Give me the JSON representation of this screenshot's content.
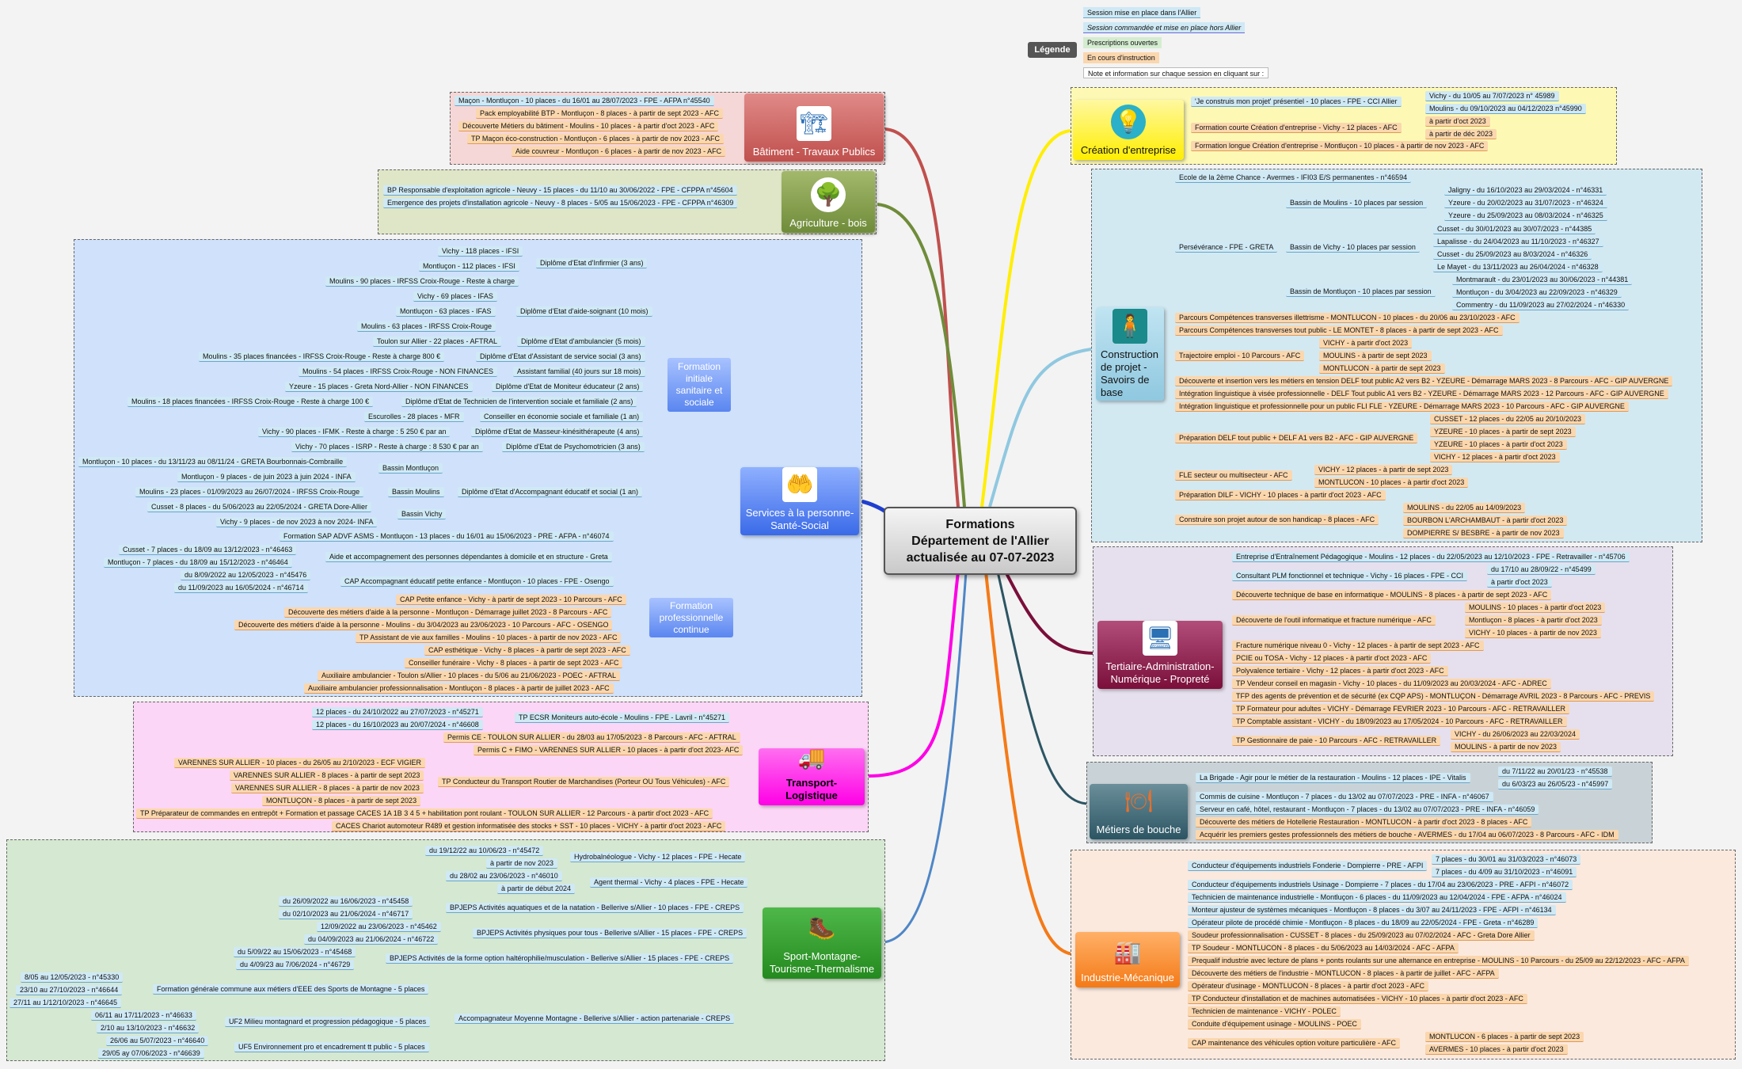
{
  "central": "Formations\nDépartement de l'Allier\nactualisée au 07-07-2023",
  "legend": {
    "title": "Légende",
    "items": [
      "Session mise en place dans l'Allier",
      "Session commandée et mise en place hors Allier",
      "Prescriptions ouvertes",
      "En cours d'instruction",
      "Note et information sur chaque session en cliquant sur :"
    ]
  },
  "left": {
    "batiment": {
      "label": "Bâtiment - Travaux Publics",
      "items": [
        "Maçon - Montluçon - 10 places - du 16/01 au 28/07/2023 - FPE - AFPA n°45540",
        "Pack employabilité BTP - Montluçon - 8 places - à partir de sept 2023 - AFC",
        "Découverte Métiers du bâtiment - Moulins - 10 places - à partir d'oct 2023 - AFC",
        "TP Maçon éco-construction - Montluçon - 6 places - à partir de nov 2023 - AFC",
        "Aide couvreur - Montluçon - 6 places - à partir de nov 2023 - AFC"
      ]
    },
    "agriculture": {
      "label": "Agriculture - bois",
      "items": [
        "BP Responsable d'exploitation agricole - Neuvy - 15 places - du 11/10 au 30/06/2022 - FPE - CFPPA n°45604",
        "Emergence des projets d'installation agricole - Neuvy - 8 places - 5/05 au 15/06/2023 - FPE - CFPPA n°46309"
      ]
    },
    "services": {
      "label": "Services à la personne-Santé-Social",
      "sub1": "Formation initiale sanitaire et sociale",
      "sub2": "Formation professionnelle continue",
      "fi": [
        [
          "Vichy - 118 places - IFSI",
          "Diplôme d'Etat d'Infirmier (3 ans)"
        ],
        [
          "Montluçon - 112 places - IFSI",
          ""
        ],
        [
          "Moulins - 90 places - IRFSS Croix-Rouge - Reste à charge",
          ""
        ],
        [
          "Vichy - 69 places - IFAS",
          "Diplôme d'Etat d'aide-soignant (10 mois)"
        ],
        [
          "Montluçon - 63 places - IFAS",
          ""
        ],
        [
          "Moulins - 63 places - IRFSS Croix-Rouge",
          ""
        ],
        [
          "Toulon sur Allier - 22 places - AFTRAL",
          "Diplôme d'Etat d'ambulancier (5 mois)"
        ],
        [
          "Moulins - 35 places financées - IRFSS Croix-Rouge - Reste à charge 800 €",
          "Diplôme d'Etat d'Assistant de service social (3 ans)"
        ],
        [
          "Moulins - 54 places - IRFSS Croix-Rouge - NON FINANCES",
          "Assistant familial (40 jours sur 18 mois)"
        ],
        [
          "Yzeure - 15 places - Greta Nord-Allier - NON FINANCES",
          "Diplôme d'Etat de Moniteur éducateur (2 ans)"
        ],
        [
          "Moulins - 18 places financées - IRFSS Croix-Rouge - Reste à charge 100 €",
          "Diplôme d'Etat de Technicien de l'intervention sociale et familiale (2 ans)"
        ],
        [
          "Escurolles - 28 places - MFR",
          "Conseiller en économie sociale et familiale (1 an)"
        ],
        [
          "Vichy - 90 places - IFMK - Reste à charge : 5 250 € par an",
          "Diplôme d'Etat de Masseur-kinésithérapeute (4 ans)"
        ],
        [
          "Vichy - 70 places - ISRP - Reste à charge : 8 530 € par an",
          "Diplôme d'Etat de Psychomotricien (3 ans)"
        ]
      ],
      "aes": {
        "label": "Diplôme d'Etat d'Accompagnant éducatif et social (1 an)",
        "groups": [
          {
            "name": "Bassin Montluçon",
            "items": [
              "Montluçon - 10 places - du 13/11/23 au 08/11/24 - GRETA Bourbonnais-Combraille",
              "Montluçon - 9 places - de juin 2023 à juin 2024 - INFA"
            ]
          },
          {
            "name": "Bassin Moulins",
            "items": [
              "Moulins - 23 places - 01/09/2023 au 26/07/2024 - IRFSS Croix-Rouge"
            ]
          },
          {
            "name": "Bassin Vichy",
            "items": [
              "Cusset - 8 places - du 5/06/2023 au 22/05/2024 - GRETA Dore-Allier",
              "Vichy - 9 places - de nov 2023 à nov 2024- INFA"
            ]
          }
        ]
      },
      "fpc": [
        "Formation SAP ADVF ASMS - Montluçon - 13 places - du 16/01 au 15/06/2023 - PRE - AFPA - n°46074",
        "Aide et accompagnement des personnes dépendantes à domicile et en structure - Greta",
        "Cusset - 7 places - du 18/09 au 13/12/2023 - n°46463",
        "Montluçon - 7 places - du 18/09 au 15/12/2023 - n°46464",
        "CAP Accompagnant éducatif petite enfance - Montluçon - 10 places - FPE - Osengo",
        "du 8/09/2022 au 12/05/2023 - n°45476",
        "du 11/09/2023 au 16/05/2024 - n°46714",
        "CAP Petite enfance - Vichy - à partir de sept 2023 - 10 Parcours - AFC",
        "Découverte des métiers d'aide à la personne - Montluçon - Démarrage juillet 2023 - 8 Parcours - AFC",
        "Découverte des métiers d'aide à la personne - Moulins - du 3/04/2023 au 23/06/2023 - 10 Parcours - AFC - OSENGO",
        "TP Assistant de vie aux familles - Moulins - 10 places - à partir de nov 2023 - AFC",
        "CAP esthétique - Vichy - 8 places - à partir de sept 2023 - AFC",
        "Conseiller funéraire - Vichy - 8 places - à partir de sept 2023 - AFC",
        "Auxiliaire ambulancier - Toulon s/Allier - 10 places - du 5/06 au 21/06/2023 - POEC - AFTRAL",
        "Auxiliaire ambulancier professionnalisation - Montluçon - 8 places - à partir de juillet 2023 - AFC"
      ]
    },
    "transport": {
      "label": "Transport-Logistique",
      "items": [
        "12 places - du 24/10/2022 au 27/07/2023 - n°45271",
        "TP ECSR Moniteurs auto-école - Moulins - FPE - Lavril - n°45271",
        "12 places - du 16/10/2023 au 20/07/2024 - n°46608",
        "Permis CE - TOULON SUR ALLIER - du 28/03 au 17/05/2023 - 8 Parcours - AFC - AFTRAL",
        "Permis C + FIMO - VARENNES SUR ALLIER - 10 places - à partir d'oct 2023- AFC",
        "VARENNES SUR ALLIER - 10 places - du 26/05 au 2/10/2023 - ECF VIGIER",
        "VARENNES SUR ALLIER - 8 places - à partir de sept 2023",
        "TP Conducteur du Transport Routier de Marchandises (Porteur OU Tous Véhicules) - AFC",
        "VARENNES SUR ALLIER - 8 places - à partir de nov 2023",
        "MONTLUÇON - 8 places - à partir de sept 2023",
        "TP Préparateur de commandes en entrepôt + Formation et passage CACES 1A 1B 3 4 5 + habilitation pont roulant - TOULON SUR ALLIER - 12 Parcours - à partir d'oct 2023 - AFC",
        "CACES Chariot automoteur R489 et gestion informatisée des stocks + SST - 10 places - VICHY - à partir d'oct 2023 - AFC"
      ]
    },
    "sport": {
      "label": "Sport-Montagne-Tourisme-Thermalisme",
      "items": [
        "du 19/12/22 au 10/06/23 - n°45472",
        "Hydrobalnéologue - Vichy - 12 places - FPE - Hecate",
        "à partir de nov 2023",
        "du 28/02 au 23/06/2023 - n°46010",
        "Agent thermal - Vichy - 4 places - FPE - Hecate",
        "à partir de début 2024",
        "du 26/09/2022 au 16/06/2023 - n°45458",
        "BPJEPS Activités aquatiques et de la natation - Bellerive s/Allier - 10 places - FPE - CREPS",
        "du 02/10/2023 au 21/06/2024 - n°46717",
        "12/09/2022 au 23/06/2023 - n°45462",
        "BPJEPS Activités physiques pour tous - Bellerive s/Allier - 15 places - FPE - CREPS",
        "du 04/09/2023 au 21/06/2024 - n°46722",
        "du 5/09/22 au 15/06/2023 - n°45468",
        "BPJEPS Activités de la forme option haltérophilie/musculation - Bellerive s/Allier - 15 places - FPE - CREPS",
        "du 4/09/23 au 7/06/2024 - n°46729",
        "8/05 au 12/05/2023 - n°45330",
        "Formation générale commune aux métiers d'EEE des Sports de Montagne - 5 places",
        "23/10 au 27/10/2023 - n°46644",
        "27/11 au 1/12/10/2023 - n°46645",
        "06/11 au 17/11/2023 - n°46633",
        "UF2 Milieu montagnard et progression pédagogique - 5 places",
        "Accompagnateur Moyenne Montagne - Bellerive s/Allier - action partenariale - CREPS",
        "2/10 au 13/10/2023 - n°46632",
        "26/06 au 5/07/2023 - n°46640",
        "UF5 Environnement pro et encadrement tt public - 5 places",
        "29/05 ay 07/06/2023 - n°46639"
      ]
    }
  },
  "right": {
    "creation": {
      "label": "Création d'entreprise",
      "items": [
        "'Je construis mon projet' présentiel - 10 places - FPE - CCI Allier",
        "Vichy - du 10/05 au 7/07/2023 n° 45989",
        "Moulins - du 09/10/2023 au 04/12/2023 n°45990",
        "Formation courte Création d'entreprise - Vichy - 12 places - AFC",
        "à partir d'oct 2023",
        "à partir de déc 2023",
        "Formation longue Création d'entreprise - Montluçon - 10 places - à partir de nov 2023 - AFC"
      ]
    },
    "construction": {
      "label": "Construction de projet - Savoirs de base",
      "items": [
        "Ecole de la 2ème Chance - Avermes - IFI03 E/S permanentes - n°46594",
        "Persévérance - FPE - GRETA",
        "Bassin de Moulins - 10 places par session",
        "Jaligny - du 16/10/2023 au 29/03/2024 - n°46331",
        "Yzeure - du 20/02/2023 au 31/07/2023 - n°46324",
        "Yzeure - du 25/09/2023 au 08/03/2024 - n°46325",
        "Bassin de Vichy - 10 places par session",
        "Cusset - du 30/01/2023 au 30/07/2023 - n°44385",
        "Lapalisse - du 24/04/2023 au 11/10/2023 - n°46327",
        "Cusset - du 25/09/2023 au 8/03/2024 - n°46326",
        "Le Mayet - du 13/11/2023 au 26/04/2024 - n°46328",
        "Bassin de Montluçon - 10 places par session",
        "Montmarault - du 23/01/2023 au 30/06/2023 - n°44381",
        "Montluçon - du 3/04/2023 au 22/09/2023 - n°46329",
        "Commentry - du 11/09/2023 au 27/02/2024 - n°46330",
        "Parcours Compétences transverses illettrisme - MONTLUCON - 10 places - du 20/06 au 23/10/2023 - AFC",
        "Parcours Compétences transverses tout public - LE MONTET - 8 places - à partir de sept 2023 - AFC",
        "Trajectoire emploi - 10 Parcours - AFC",
        "VICHY - à partir d'oct 2023",
        "MOULINS - à partir de sept 2023",
        "MONTLUCON - à partir de sept 2023",
        "Découverte et insertion vers les métiers en tension DELF tout public A2 vers B2 - YZEURE - Démarrage MARS 2023 - 8 Parcours - AFC - GIP AUVERGNE",
        "Intégration linguistique à visée professionnelle - DELF Tout public A1 vers B2 - YZEURE - Démarrage MARS 2023 - 12 Parcours - AFC - GIP AUVERGNE",
        "Intégration linguistique et professionnelle pour un public FLI FLE - YZEURE - Démarrage MARS 2023 - 10 Parcours - AFC - GIP AUVERGNE",
        "Préparation DELF tout public + DELF A1 vers B2 - AFC - GIP AUVERGNE",
        "CUSSET - 12 places - du 22/05 au 20/10/2023",
        "YZEURE - 10 places - à partir de sept 2023",
        "YZEURE - 10 places - à partir d'oct 2023",
        "VICHY - 12 places - à partir d'oct 2023",
        "FLE secteur ou multisecteur - AFC",
        "VICHY - 12 places - à partir de sept 2023",
        "MONTLUCON - 10 places - à partir d'oct 2023",
        "Préparation DILF - VICHY - 10 places - à partir d'oct 2023 - AFC",
        "Construire son projet autour de son handicap - 8 places - AFC",
        "MOULINS - du 22/05 au 14/09/2023",
        "BOURBON L'ARCHAMBAUT - à partir d'oct 2023",
        "DOMPIERRE S/ BESBRE - à partir de nov 2023"
      ]
    },
    "tertiaire": {
      "label": "Tertiaire-Administration-Numérique - Propreté",
      "items": [
        "Entreprise d'Entraînement Pédagogique - Moulins - 12 places - du 22/05/2023 au 12/10/2023 - FPE - Retravailler - n°45706",
        "Consultant PLM fonctionnel et technique - Vichy - 16 places - FPE - CCI",
        "du 17/10 au 28/09/22 - n°45499",
        "à partir d'oct 2023",
        "Découverte technique de base en informatique - MOULINS - 8 places - à partir de sept 2023 - AFC",
        "Découverte de l'outil informatique et fracture numérique - AFC",
        "MOULINS - 10 places - à partir d'oct 2023",
        "Montluçon - 8 places - à partir d'oct 2023",
        "VICHY - 10 places - à partir de nov 2023",
        "Fracture numérique niveau 0 - Vichy - 12 places - à partir de sept 2023 - AFC",
        "PCIE ou TOSA - Vichy - 12 places - à partir d'oct 2023 - AFC",
        "Polyvalence tertiaire - Vichy - 12 places - à partir d'oct 2023 - AFC",
        "TP Vendeur conseil en magasin - Vichy - 10 places - du 11/09/2023 au 20/03/2024 - AFC - ADREC",
        "TFP des agents de prévention et de sécurité (ex CQP APS) - MONTLUÇON - Démarrage AVRIL 2023 - 8 Parcours - AFC - PREVIS",
        "TP Formateur pour adultes - VICHY - Démarrage FEVRIER 2023 - 10 Parcours - AFC - RETRAVAILLER",
        "TP Comptable assistant - VICHY - du 18/09/2023 au 17/05/2024 - 10 Parcours - AFC - RETRAVAILLER",
        "TP Gestionnaire de paie - 10 Parcours - AFC - RETRAVAILLER",
        "VICHY - du 26/06/2023 au 22/03/2024",
        "MOULINS - à partir de nov 2023"
      ]
    },
    "bouche": {
      "label": "Métiers de bouche",
      "items": [
        "La Brigade - Agir pour le métier de la restauration - Moulins - 12 places - IPE - Vitalis",
        "du 7/11/22 au 20/01/23 - n°45538",
        "du 6/03/23 au 26/05/23 - n°45997",
        "Commis de cuisine - Montluçon - 7 places - du 13/02 au 07/07/2023 - PRE - INFA - n°46067",
        "Serveur en café, hôtel, restaurant - Montluçon - 7 places - du 13/02 au 07/07/2023 - PRE - INFA - n°46059",
        "Découverte des métiers de Hotellerie Restauration - MONTLUCON - à partir d'oct 2023 - 8 places - AFC",
        "Acquérir les premiers gestes professionnels des métiers de bouche - AVERMES - du 17/04 au 06/07/2023 - 8 Parcours - AFC - IDM"
      ]
    },
    "industrie": {
      "label": "Industrie-Mécanique",
      "items": [
        "Conducteur d'équipements industriels Fonderie - Dompierre - PRE - AFPI",
        "7 places - du 30/01 au 31/03/2023 - n°46073",
        "7 places - du 4/09 au 31/10/2023 - n°46091",
        "Conducteur d'équipements industriels Usinage - Dompierre - 7 places - du 17/04 au 23/06/2023 - PRE - AFPI - n°46072",
        "Technicien de maintenance industrielle - Montluçon - 6 places - du 11/09/2023 au 12/04/2024 - FPE - AFPA - n°46024",
        "Monteur ajusteur de systèmes mécaniques - Montluçon - 8 places - du 3/07 au 24/11/2023 - FPE - AFPI - n°46134",
        "Opérateur pilote de procédé chimie - Montluçon - 8 places - du 18/09 au 22/05/2024 - FPE - Greta - n°46289",
        "Soudeur professionnalisation - CUSSET - 8 places - du 25/09/2023 au 07/02/2024 - AFC - Greta Dore Allier",
        "TP Soudeur - MONTLUCON - 8 places - du 5/06/2023 au 14/03/2024 - AFC - AFPA",
        "Prequalif industrie avec lecture de plans + ponts roulants sur une alternance en entreprise - MOULINS - 10 Parcours - du 25/09 au 22/12/2023 - AFC - AFPA",
        "Découverte des métiers de l'industrie - MONTLUCON - 8 places - à partir de juillet - AFC - AFPA",
        "Opérateur d'usinage - MONTLUCON - 8 places - à partir d'oct 2023 - AFC",
        "TP Conducteur d'installation et de machines automatisées - VICHY - 10 places - à partir d'oct 2023 - AFC",
        "Technicien de maintenance - VICHY - POLEC",
        "Conduite d'équipement usinage - MOULINS - POEC",
        "CAP maintenance des véhicules option voiture particulière - AFC",
        "MONTLUCON - 6 places - à partir de sept 2023",
        "AVERMES - 10 places - à partir d'oct 2023"
      ]
    }
  },
  "colors": {
    "batiment": "#c0504d",
    "agriculture": "#6f8c3a",
    "services": "#1f3fcf",
    "transport": "#ff00e6",
    "sport": "#4f86c6",
    "creation": "#ffee00",
    "construction": "#8fc8e0",
    "tertiaire": "#7a0f3a",
    "bouche": "#2c5563",
    "industrie": "#f47a17"
  }
}
